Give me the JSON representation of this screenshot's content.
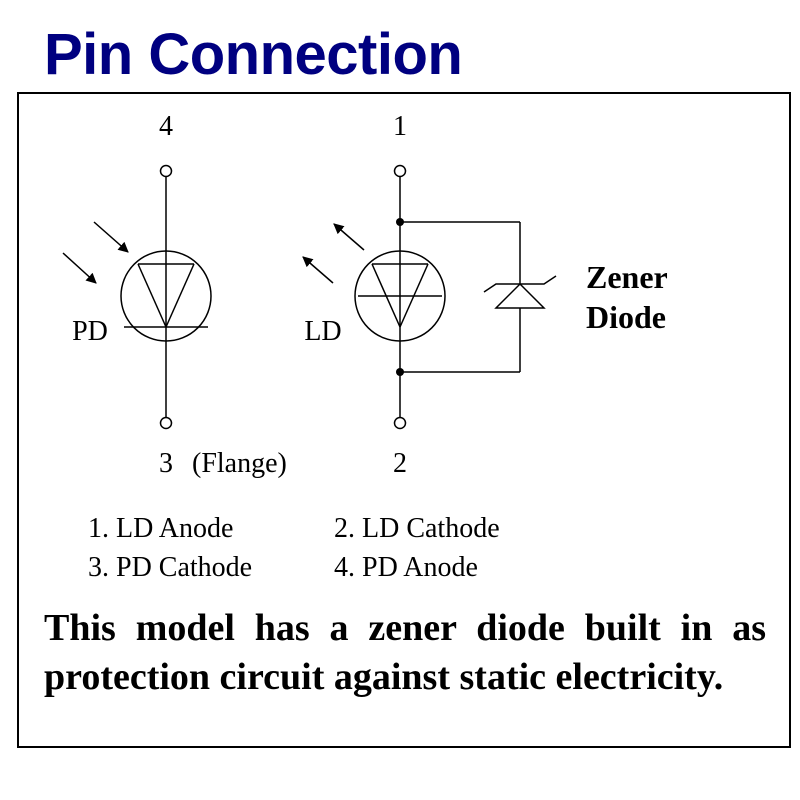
{
  "title": "Pin Connection",
  "pins": {
    "pin4": "4",
    "pin1": "1",
    "pin3": "3",
    "pin3_note": "(Flange)",
    "pin2": "2"
  },
  "labels": {
    "pd": "PD",
    "ld": "LD",
    "zener_line1": "Zener",
    "zener_line2": "Diode"
  },
  "legend": {
    "item1": "1. LD Anode",
    "item2": "2. LD Cathode",
    "item3": "3. PD Cathode",
    "item4": "4. PD Anode"
  },
  "note": "This model has a zener diode  built in as protection circuit against static electricity."
}
